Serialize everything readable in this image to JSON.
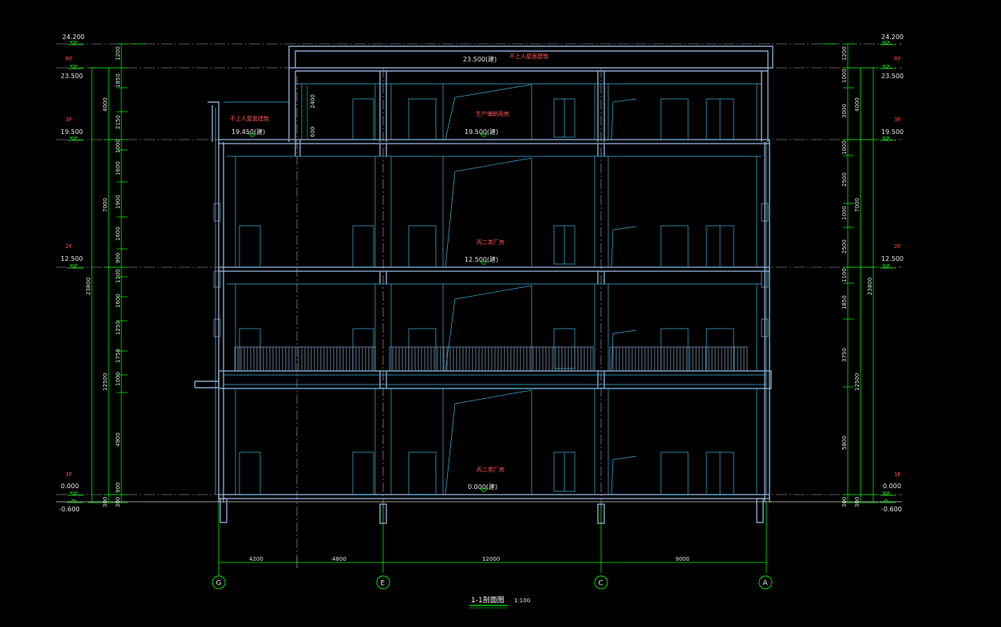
{
  "drawing": {
    "title": "1-1剖面图",
    "scale": "1:100"
  },
  "colors": {
    "background": "#000000",
    "structure": "#8aa4c8",
    "thin": "#3fb4e0",
    "dimension": "#00ee00",
    "text": "#e8e8e8",
    "annotation": "#ff4a4a",
    "axis_line": "#c8c8c8"
  },
  "levels_left": [
    {
      "floor": "",
      "value": "24.200"
    },
    {
      "floor": "RF",
      "value": "23.500"
    },
    {
      "floor": "3F",
      "value": "19.500"
    },
    {
      "floor": "2F",
      "value": "12.500"
    },
    {
      "floor": "1F",
      "value": "0.000"
    },
    {
      "floor": "",
      "value": "-0.600"
    }
  ],
  "levels_right": [
    {
      "floor": "",
      "value": "24.200"
    },
    {
      "floor": "RF",
      "value": "23.500"
    },
    {
      "floor": "3F",
      "value": "19.500"
    },
    {
      "floor": "2F",
      "value": "12.500"
    },
    {
      "floor": "1F",
      "value": "0.000"
    },
    {
      "floor": "",
      "value": "-0.600"
    }
  ],
  "dims_left_inner": [
    "1200",
    "1850",
    "2150",
    "1000",
    "1600",
    "1900",
    "1600",
    "900",
    "1100",
    "1600",
    "1250",
    "1750",
    "1000",
    "4900",
    "900",
    "300"
  ],
  "dims_left_mid": [
    "4000",
    "7000",
    "12500",
    "300"
  ],
  "dims_left_outer": [
    "23800"
  ],
  "dims_right_inner": [
    "1200",
    "1000",
    "3000",
    "1000",
    "2500",
    "1000",
    "2500",
    "1100",
    "1850",
    "3750",
    "5800",
    "300"
  ],
  "dims_right_mid": [
    "4000",
    "7000",
    "12500",
    "300"
  ],
  "dims_right_outer": [
    "23800"
  ],
  "dims_bottom": [
    "4200",
    "4800",
    "12000",
    "9000"
  ],
  "grid_axes": [
    "G",
    "E",
    "C",
    "A"
  ],
  "annotations": {
    "roof_top": "不上人屋面建筑",
    "roof_level": "23.500(建)",
    "terrace_title": "不上人屋面建筑",
    "terrace_level": "19.450(建)",
    "floor3_room": "生产辅助用房",
    "floor3_level": "19.500(建)",
    "floor2_room": "丙二类厂房",
    "floor2_level": "12.500(建)",
    "floor1_room": "丙二类厂房",
    "floor1_level": "0.000(建)",
    "parapet_dim": "2400",
    "parapet_dim2": "600"
  }
}
